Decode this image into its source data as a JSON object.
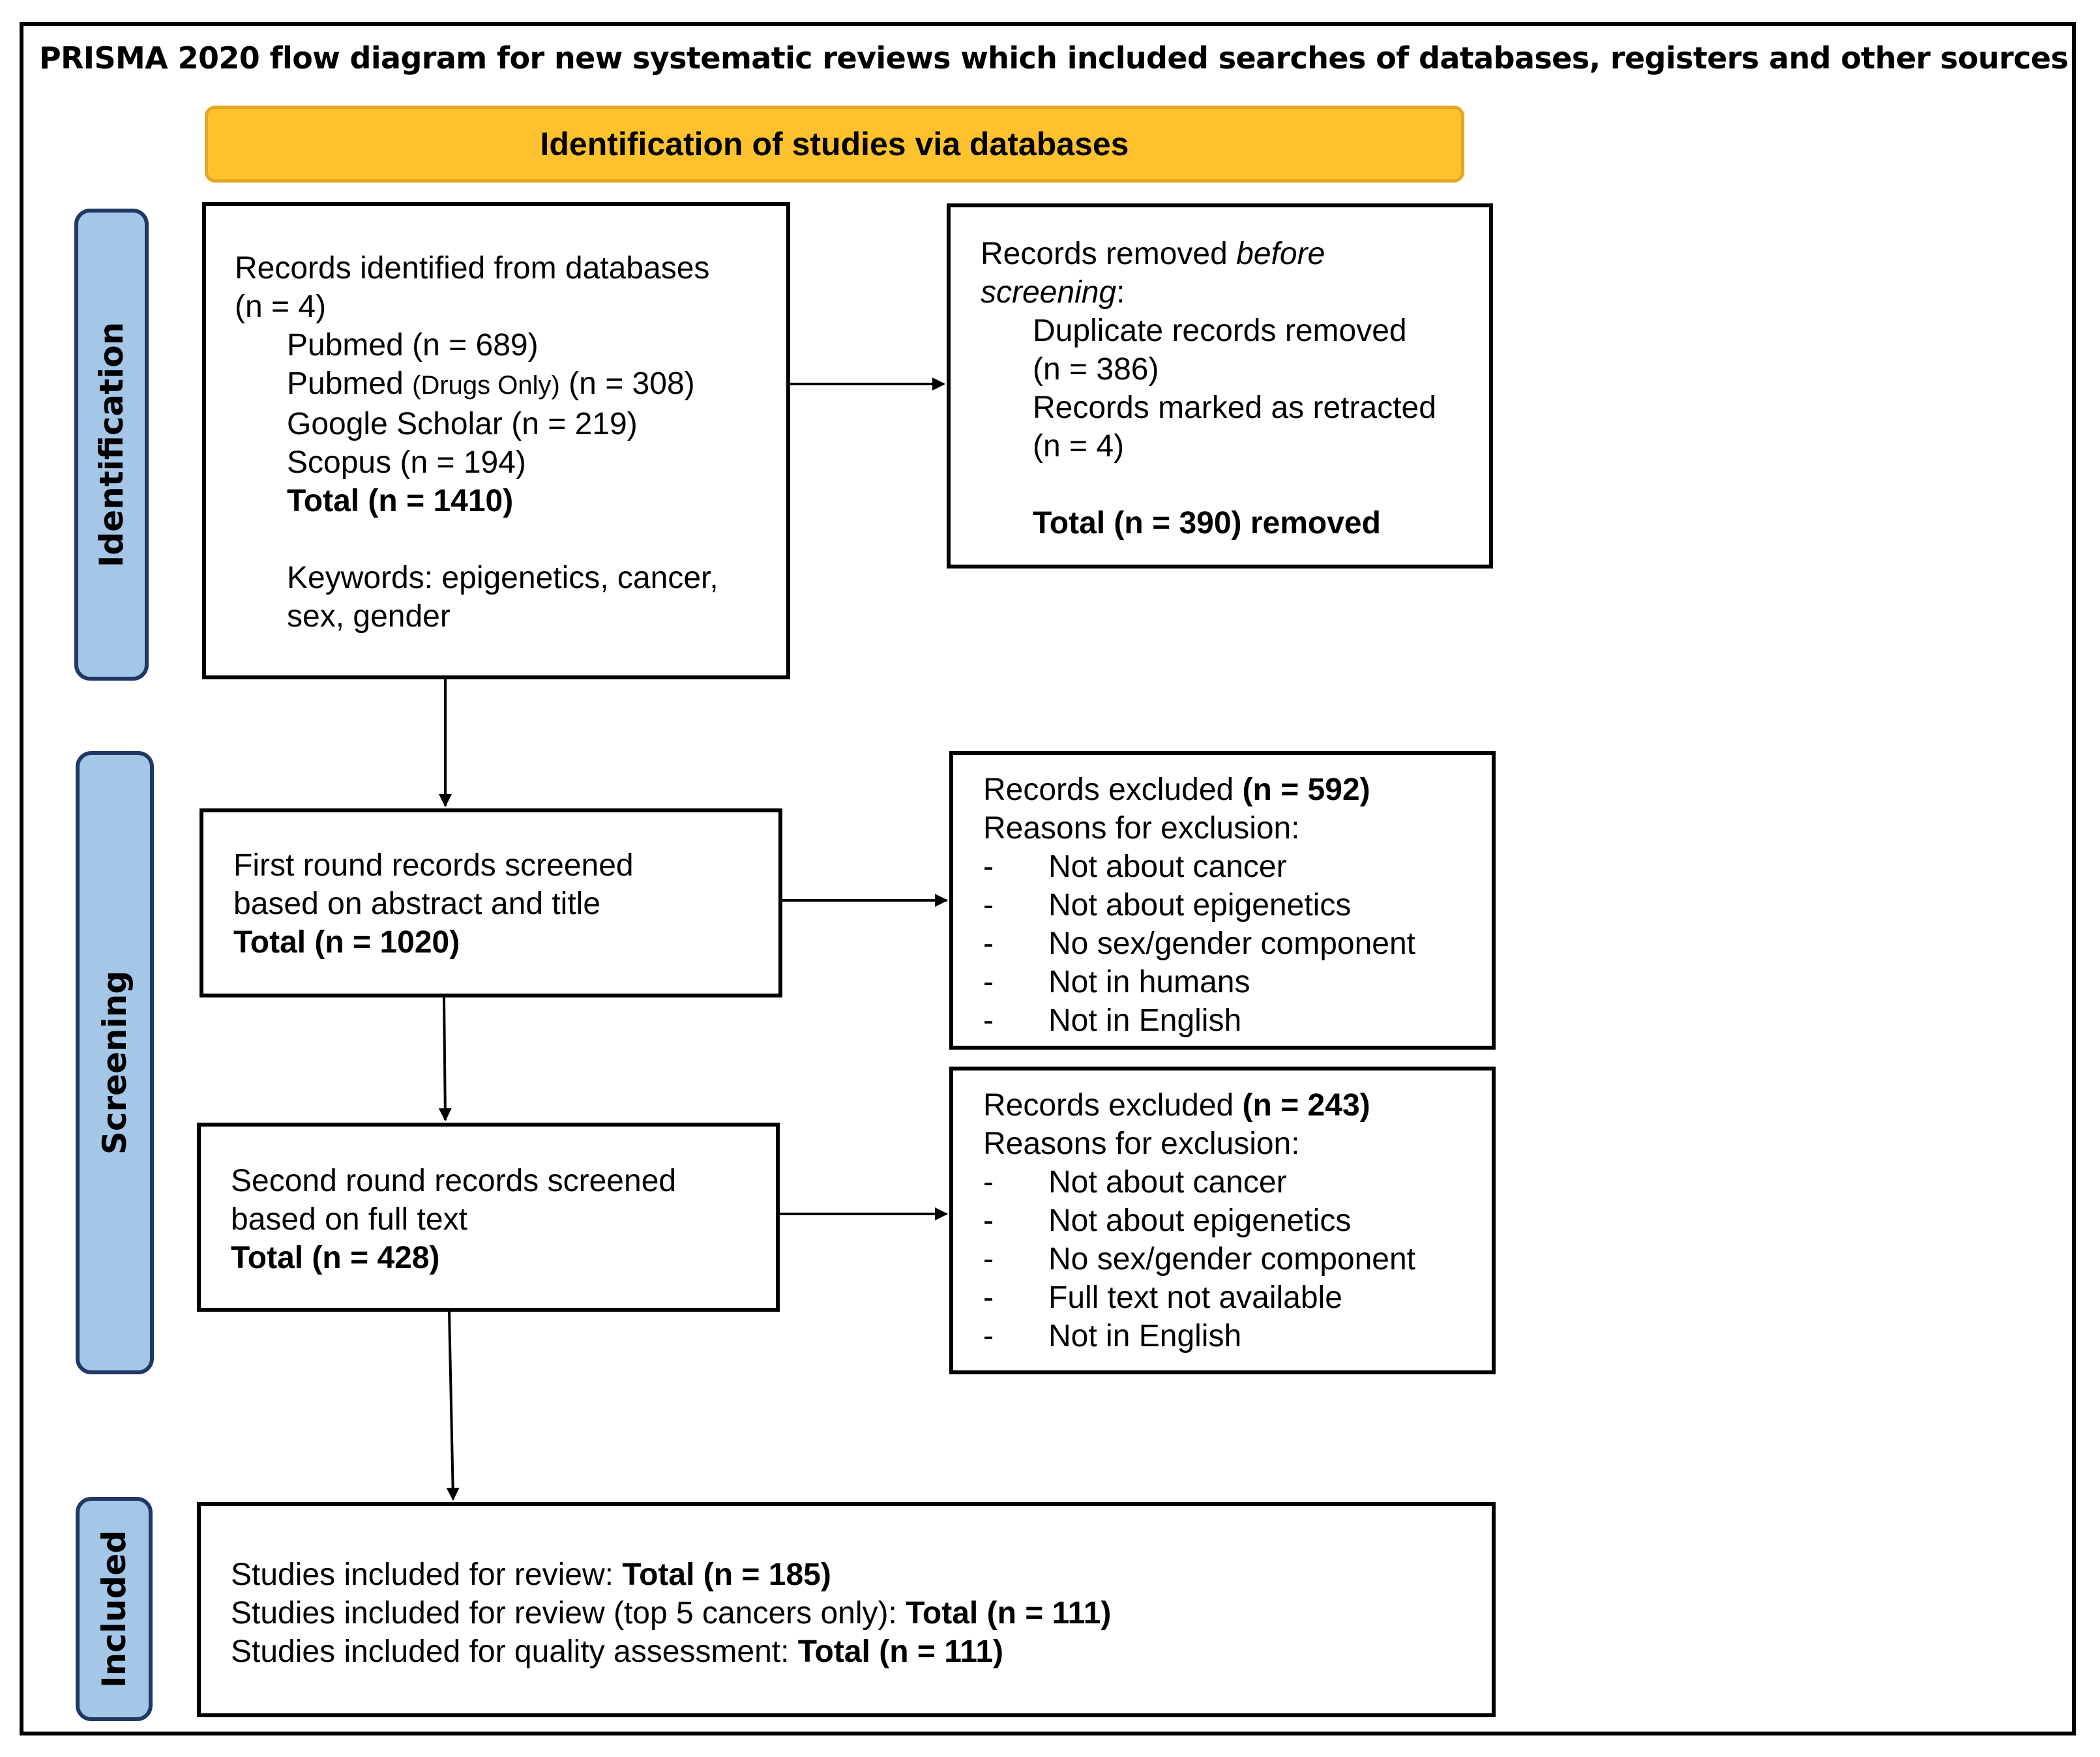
{
  "title": "PRISMA 2020 flow diagram for new systematic reviews which included searches of databases, registers and other sources",
  "banner": "Identification of studies via databases",
  "phases": {
    "identification": "Identification",
    "screening": "Screening",
    "included": "Included"
  },
  "identified": {
    "line1": "Records identified from databases",
    "line2": "(n = 4)",
    "sources": [
      {
        "name": "Pubmed",
        "note": "",
        "count": "(n = 689)"
      },
      {
        "name": "Pubmed",
        "note": "(Drugs Only)",
        "count": "(n = 308)"
      },
      {
        "name": "Google Scholar",
        "note": "",
        "count": "(n = 219)"
      },
      {
        "name": "Scopus",
        "note": "",
        "count": "(n = 194)"
      }
    ],
    "total": "Total (n = 1410)",
    "keywords_line1": "Keywords: epigenetics, cancer,",
    "keywords_line2": "sex, gender"
  },
  "removed": {
    "line1": "Records removed ",
    "line1_em": "before",
    "line2_em": "screening",
    "line2_tail": ":",
    "dup_line1": "Duplicate records removed",
    "dup_line2": "(n = 386)",
    "ret_line1": "Records marked as retracted",
    "ret_line2": "(n = 4)",
    "total": "Total (n = 390) removed"
  },
  "screen1": {
    "line1": "First round records screened",
    "line2": "based on abstract and title",
    "total": "Total (n = 1020)"
  },
  "excluded1": {
    "head": "Records excluded ",
    "head_count": "(n = 592)",
    "reasons_label": "Reasons for exclusion:",
    "bullet": "-",
    "reasons": [
      "Not about cancer",
      "Not about epigenetics",
      "No sex/gender component",
      "Not in humans",
      "Not in English"
    ]
  },
  "screen2": {
    "line1": "Second round records screened",
    "line2": "based on full text",
    "total": "Total (n = 428)"
  },
  "excluded2": {
    "head": "Records excluded ",
    "head_count": "(n = 243)",
    "reasons_label": "Reasons for exclusion:",
    "bullet": "-",
    "reasons": [
      "Not about cancer",
      "Not about epigenetics",
      "No sex/gender component",
      "Full text not available",
      "Not in English"
    ]
  },
  "included": {
    "rows": [
      {
        "label": "Studies included for review: ",
        "total": "Total (n = 185)"
      },
      {
        "label": "Studies included for review (top 5 cancers only): ",
        "total": "Total (n = 111)"
      },
      {
        "label": "Studies included for quality assessment: ",
        "total": "Total (n = 111)"
      }
    ]
  }
}
